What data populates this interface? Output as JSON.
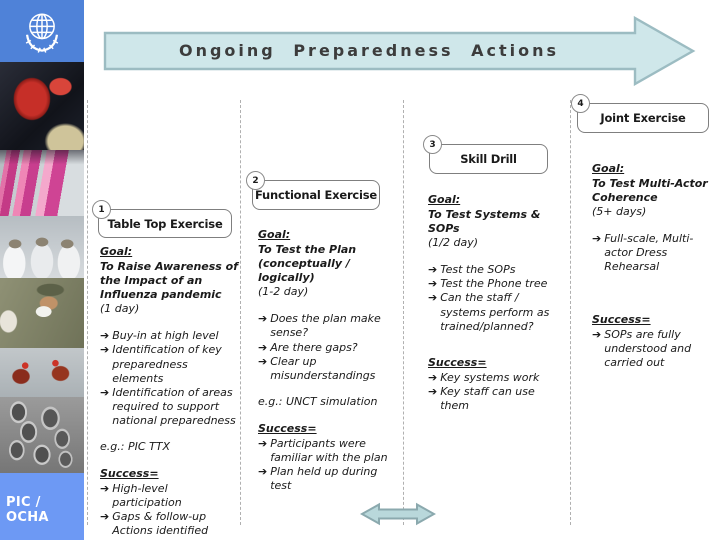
{
  "slide": {
    "title": "Ongoing Preparedness Actions",
    "footer": "PIC / OCHA"
  },
  "icons": {
    "bullet_arrow": "➔"
  },
  "colors": {
    "banner_fill": "#cfe7ea",
    "banner_border": "#9cbcc2",
    "footer_bg": "#6d99f4",
    "double_arrow_fill": "#b9d8db",
    "double_arrow_border": "#8ba9ae",
    "un_blue": "#4f82d8"
  },
  "sidebar": {
    "photos": [
      {
        "name": "un-emblem"
      },
      {
        "name": "rooster-closeup"
      },
      {
        "name": "awareness-posters"
      },
      {
        "name": "protective-suit-workers"
      },
      {
        "name": "masked-field-worker"
      },
      {
        "name": "fighting-roosters"
      },
      {
        "name": "virus-micrograph"
      }
    ]
  },
  "exercises": [
    {
      "number": "1",
      "title": "Table Top Exercise",
      "goal_label": "Goal:",
      "goal": "To Raise Awareness of the Impact of an Influenza pandemic",
      "duration": "(1 day)",
      "bullets": [
        "Buy-in at high level",
        "Identification of key preparedness elements",
        "Identification of areas required to support national preparedness"
      ],
      "example": "e.g.: PIC TTX",
      "success_label": "Success=",
      "success": [
        "High-level participation",
        "Gaps & follow-up Actions identified"
      ]
    },
    {
      "number": "2",
      "title": "Functional Exercise",
      "goal_label": "Goal:",
      "goal": "To Test the Plan (conceptually / logically)",
      "duration": "(1-2 day)",
      "bullets": [
        "Does the plan make sense?",
        "Are there gaps?",
        "Clear up misunderstandings"
      ],
      "example": "e.g.: UNCT simulation",
      "success_label": "Success=",
      "success": [
        "Participants were familiar with the plan",
        "Plan held up during test"
      ]
    },
    {
      "number": "3",
      "title": "Skill Drill",
      "goal_label": "Goal:",
      "goal": "To Test Systems & SOPs",
      "duration": "(1/2 day)",
      "bullets": [
        "Test the SOPs",
        "Test the Phone tree",
        "Can the staff / systems perform as trained/planned?"
      ],
      "example": "",
      "success_label": "Success=",
      "success": [
        "Key systems work",
        "Key staff can use them"
      ]
    },
    {
      "number": "4",
      "title": "Joint Exercise",
      "goal_label": "Goal:",
      "goal": "To Test Multi-Actor Coherence",
      "duration": "(5+ days)",
      "bullets": [
        "Full-scale, Multi-actor Dress Rehearsal"
      ],
      "example": "",
      "success_label": "Success=",
      "success": [
        "SOPs are fully understood and carried out"
      ]
    }
  ]
}
